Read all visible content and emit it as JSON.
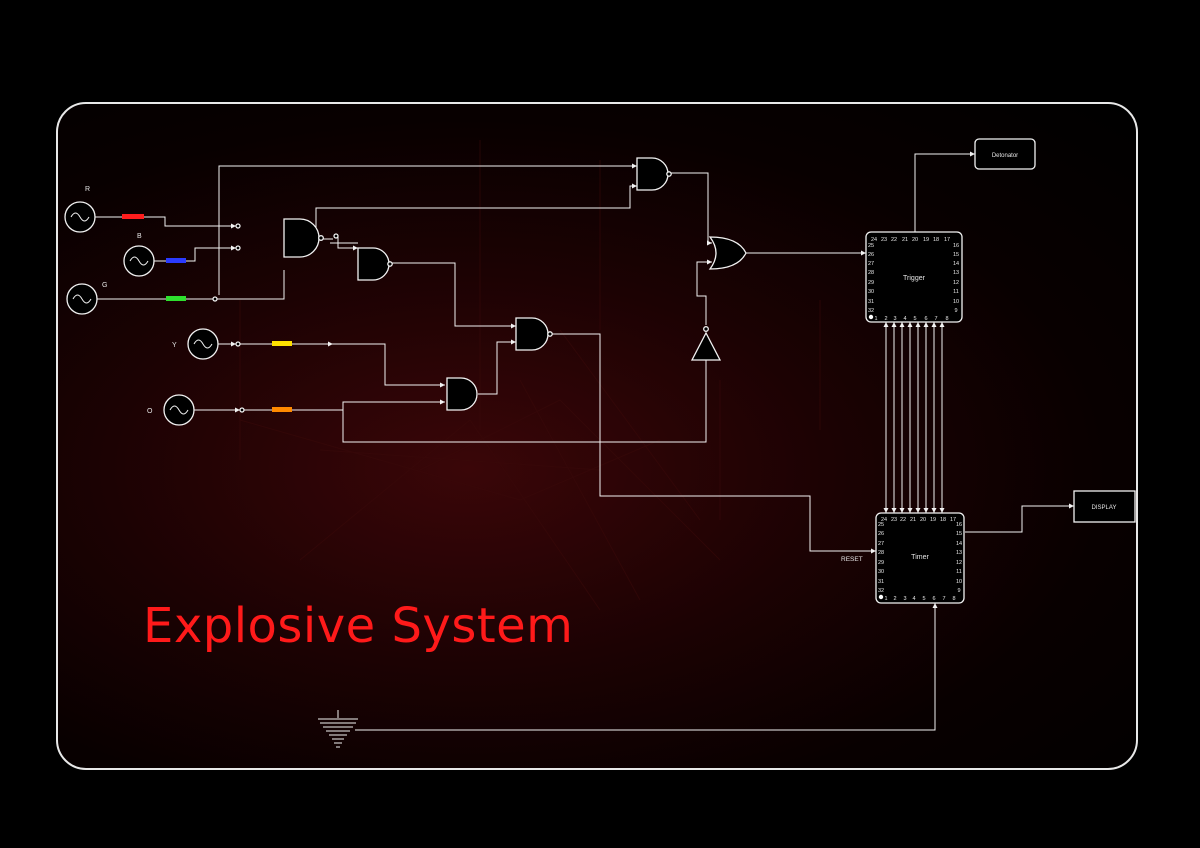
{
  "title": "Explosive System",
  "sources": [
    {
      "label": "R",
      "wire_color": "#ff1d1d"
    },
    {
      "label": "B",
      "wire_color": "#2a3bff"
    },
    {
      "label": "G",
      "wire_color": "#2ee02e"
    },
    {
      "label": "Y",
      "wire_color": "#ffe100"
    },
    {
      "label": "O",
      "wire_color": "#ff8a00"
    }
  ],
  "chips": {
    "trigger": {
      "label": "Trigger"
    },
    "timer": {
      "label": "Timer"
    },
    "pins_top": [
      "24",
      "23",
      "22",
      "21",
      "20",
      "19",
      "18",
      "17"
    ],
    "pins_left": [
      "25",
      "26",
      "27",
      "28",
      "29",
      "30",
      "31",
      "32"
    ],
    "pins_right": [
      "16",
      "15",
      "14",
      "13",
      "12",
      "11",
      "10",
      "9"
    ],
    "pins_bottom": [
      "1",
      "2",
      "3",
      "4",
      "5",
      "6",
      "7",
      "8"
    ]
  },
  "boxes": {
    "detonator": "Detonator",
    "display": "DISPLAY"
  },
  "reset_label": "RESET",
  "icons": [
    "sine-wave-icon",
    "ground-icon",
    "and-gate-icon",
    "or-gate-icon",
    "not-gate-icon"
  ]
}
